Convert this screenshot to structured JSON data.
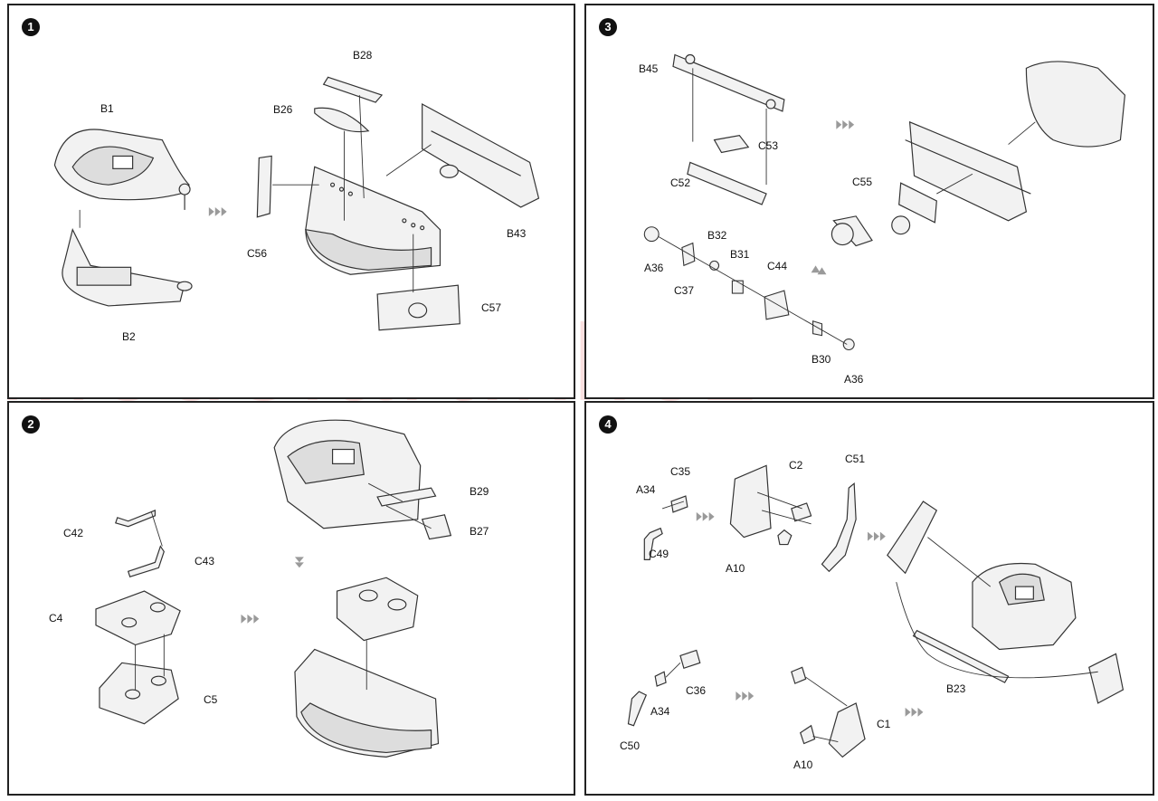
{
  "steps": {
    "s1": {
      "number": "1",
      "labels": {
        "B1": "B1",
        "B2": "B2",
        "B28": "B28",
        "B26": "B26",
        "C56": "C56",
        "B43": "B43",
        "C57": "C57"
      }
    },
    "s2": {
      "number": "2",
      "labels": {
        "C42": "C42",
        "C43": "C43",
        "C4": "C4",
        "C5": "C5",
        "B29": "B29",
        "B27": "B27"
      }
    },
    "s3": {
      "number": "3",
      "labels": {
        "B45": "B45",
        "C53": "C53",
        "C52": "C52",
        "C55": "C55",
        "A36a": "A36",
        "C37": "C37",
        "B32": "B32",
        "B31": "B31",
        "C44": "C44",
        "B30": "B30",
        "A36b": "A36"
      }
    },
    "s4": {
      "number": "4",
      "labels": {
        "A34a": "A34",
        "C35": "C35",
        "C2": "C2",
        "C51": "C51",
        "C49": "C49",
        "A10a": "A10",
        "B23": "B23",
        "C36": "C36",
        "A34b": "A34",
        "C50": "C50",
        "C1": "C1",
        "A10b": "A10"
      }
    }
  },
  "watermark": "modelartikl.cz",
  "arrow_glyph": "›››"
}
